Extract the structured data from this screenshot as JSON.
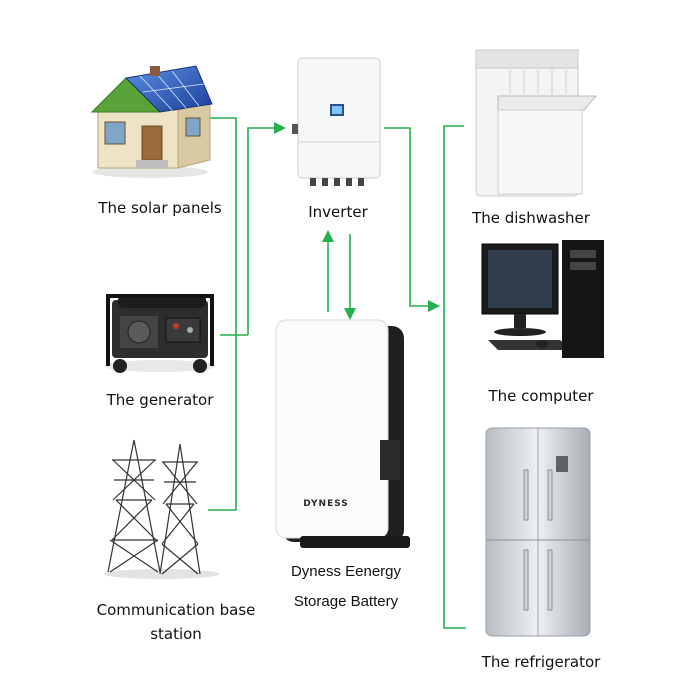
{
  "nodes": {
    "solar": {
      "label": "The solar panels"
    },
    "generator": {
      "label": "The generator"
    },
    "station": {
      "label_line1": "Communication base",
      "label_line2": "station"
    },
    "inverter": {
      "label": "Inverter"
    },
    "battery": {
      "label_line1": "Dyness Eenergy",
      "label_line2": "Storage Battery",
      "brand": "DYNESS"
    },
    "dishwasher": {
      "label": "The dishwasher"
    },
    "computer": {
      "label": "The computer"
    },
    "refrigerator": {
      "label": "The refrigerator"
    }
  },
  "colors": {
    "connector": "#22b14c"
  }
}
